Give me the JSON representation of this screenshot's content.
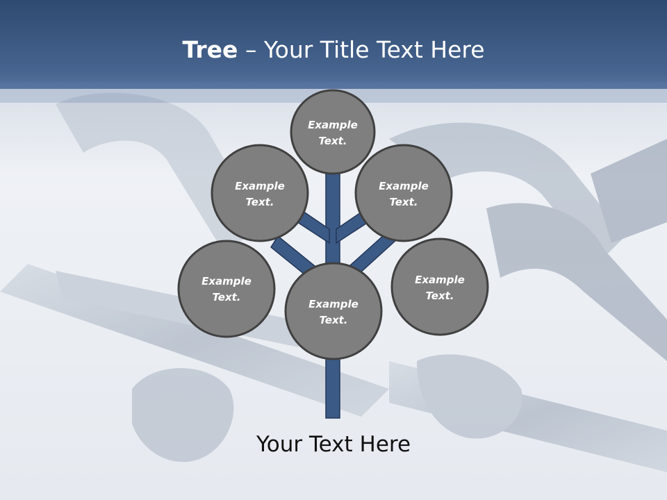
{
  "title": {
    "bold": "Tree",
    "rest": " – Your Title Text Here"
  },
  "nodes": [
    {
      "id": "top",
      "line1": "Example",
      "line2": "Text."
    },
    {
      "id": "upper-left",
      "line1": "Example",
      "line2": "Text."
    },
    {
      "id": "upper-right",
      "line1": "Example",
      "line2": "Text."
    },
    {
      "id": "lower-left",
      "line1": "Example",
      "line2": "Text."
    },
    {
      "id": "center",
      "line1": "Example",
      "line2": "Text."
    },
    {
      "id": "lower-right",
      "line1": "Example",
      "line2": "Text."
    }
  ],
  "footer": "Your Text Here",
  "colors": {
    "header": "#3b5a85",
    "branch": "#3b5a85",
    "circle_fill": "#7f7f7f",
    "circle_stroke": "#404040"
  }
}
